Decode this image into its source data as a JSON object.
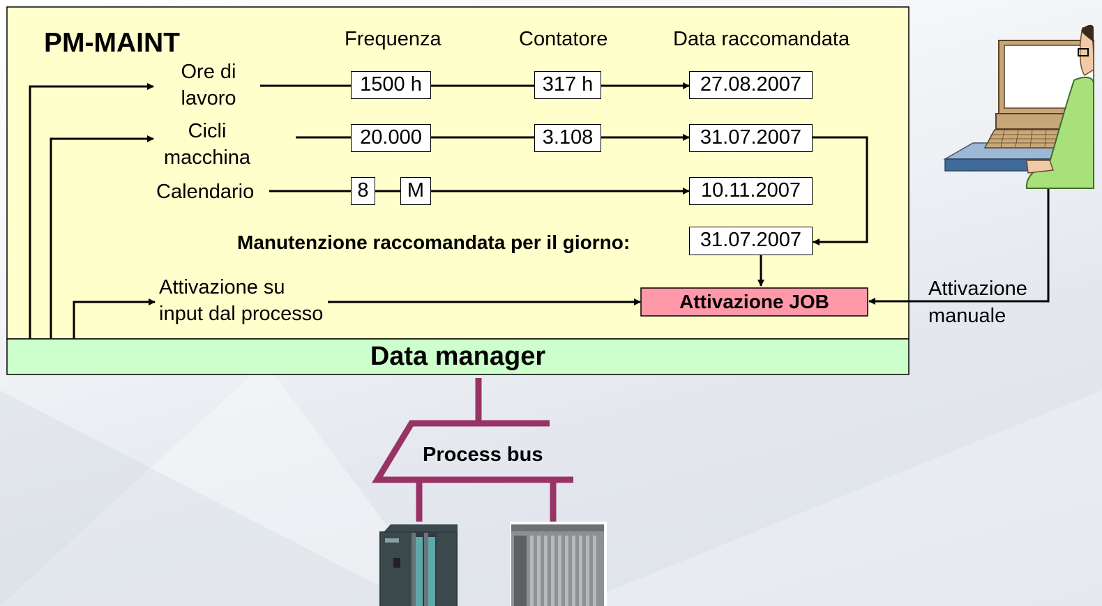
{
  "title": "PM-MAINT",
  "headers": {
    "frequency": "Frequenza",
    "counter": "Contatore",
    "recommended_date": "Data raccomandata"
  },
  "rows": [
    {
      "label": "Ore di lavoro",
      "frequency": "1500 h",
      "counter": "317 h",
      "date": "27.08.2007"
    },
    {
      "label": "Cicli macchina",
      "frequency": "20.000",
      "counter": "3.108",
      "date": "31.07.2007"
    },
    {
      "label": "Calendario",
      "frequency_num": "8",
      "frequency_unit": "M",
      "date": "10.11.2007"
    }
  ],
  "recommended": {
    "label": "Manutenzione raccomandata per il giorno:",
    "date": "31.07.2007"
  },
  "process_input": {
    "label_line1": "Attivazione su",
    "label_line2": "input dal processo"
  },
  "job": {
    "label": "Attivazione JOB"
  },
  "manual": {
    "label_line1": "Attivazione",
    "label_line2": "manuale"
  },
  "data_manager": "Data manager",
  "process_bus": "Process bus",
  "colors": {
    "panel": "#ffffcc",
    "data_manager_bar": "#ccffcc",
    "job_box": "#ff99aa",
    "bus": "#993366"
  },
  "icons": [
    "operator-workstation-icon",
    "plc-controller-icon",
    "plc-rack-icon"
  ]
}
